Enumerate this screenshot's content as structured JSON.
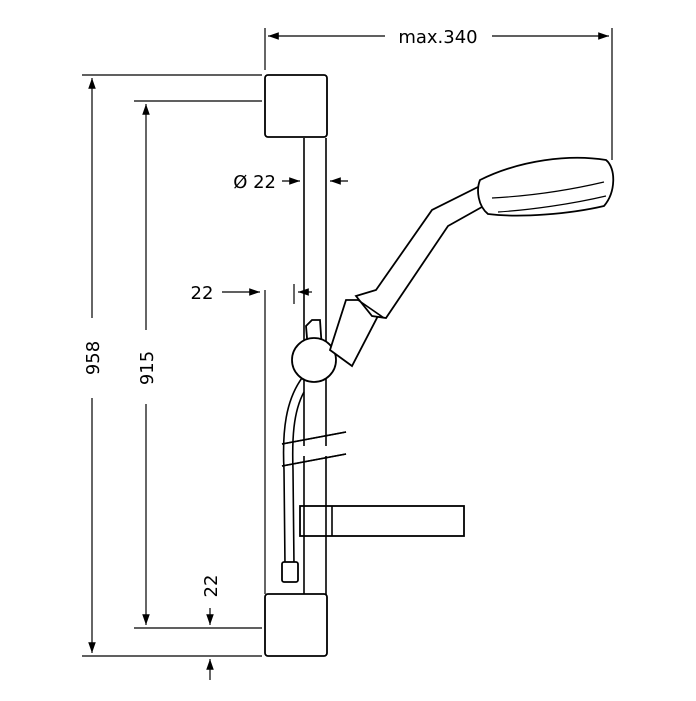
{
  "dimensions": {
    "max_reach": "max.340",
    "diameter": "Ø 22",
    "wall_offset": "22",
    "total_height": "958",
    "bracket_spacing": "915",
    "bottom_offset": "22"
  },
  "colors": {
    "line": "#000000",
    "background": "#ffffff"
  }
}
